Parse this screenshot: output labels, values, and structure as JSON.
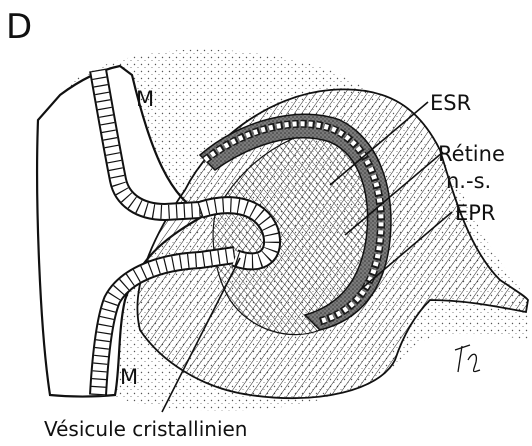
{
  "figure": {
    "panel_letter": "D",
    "labels": {
      "m_top": "M",
      "m_bottom": "M",
      "esr": "ESR",
      "retina_line1": "Rétine",
      "retina_line2": "n.-s.",
      "epr": "EPR",
      "lens_vesicle": "Vésicule cristallinien"
    },
    "colors": {
      "ink": "#111111",
      "stipple": "#555555",
      "dark_band": "#6e6e6e",
      "background": "#ffffff"
    }
  }
}
